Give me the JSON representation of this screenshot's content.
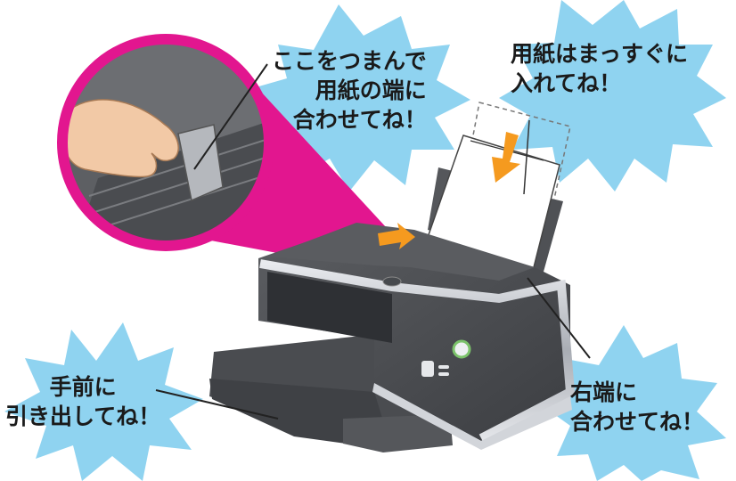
{
  "callouts": {
    "pinch_guide": {
      "line1": "ここをつまんで",
      "line2": "用紙の端に",
      "line3": "合わせてね！"
    },
    "paper_straight": {
      "line1": "用紙はまっすぐに",
      "line2": "入れてね！"
    },
    "pull_out": {
      "line1": "手前に",
      "line2": "引き出してね！"
    },
    "right_edge": {
      "line1": "右端に",
      "line2": "合わせてね！"
    }
  },
  "colors": {
    "starburst": "#8fd3f0",
    "magnifier_ring": "#e2168f",
    "magnifier_beam": "#e2168f",
    "arrow": "#f59a1f",
    "printer_body": "#4d4f53",
    "printer_trim": "#c9ccd1",
    "led": "#7cc36b"
  },
  "icons": {
    "down_arrow": "orange-down-arrow-icon",
    "right_arrow": "orange-right-arrow-icon"
  }
}
